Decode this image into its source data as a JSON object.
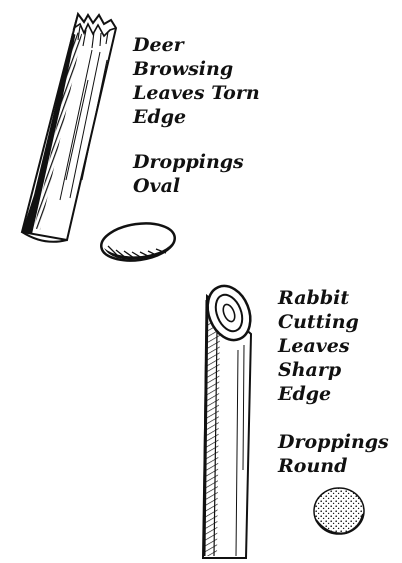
{
  "deer": {
    "lines": [
      "Deer",
      "Browsing",
      "Leaves Torn",
      "Edge"
    ],
    "droppings_lines": [
      "Droppings",
      "Oval"
    ]
  },
  "rabbit": {
    "lines": [
      "Rabbit",
      "Cutting",
      "Leaves",
      "Sharp",
      "Edge"
    ],
    "droppings_lines": [
      "Droppings",
      "Round"
    ]
  },
  "colors": {
    "ink": "#111111",
    "paper": "#ffffff"
  }
}
